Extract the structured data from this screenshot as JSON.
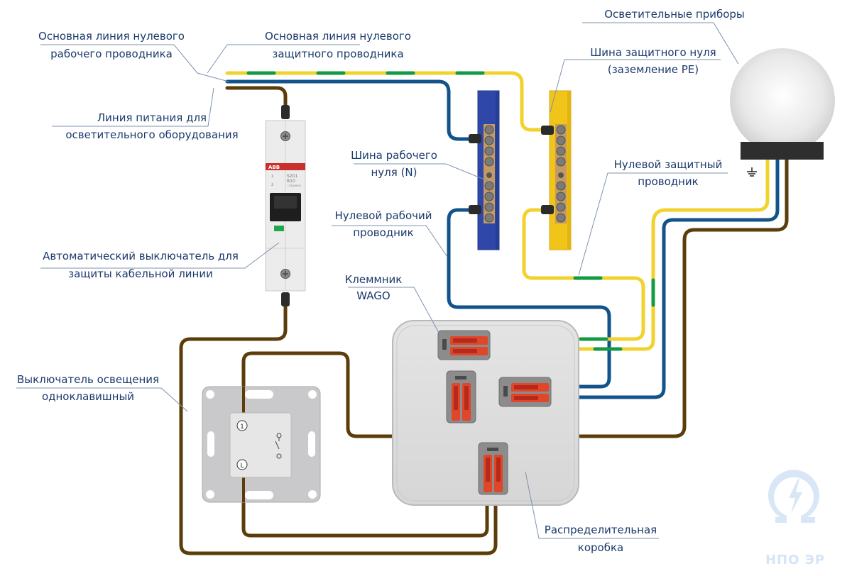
{
  "diagram": {
    "title": "Wiring diagram: lighting circuit with single-key switch, junction box and PE/N busbars",
    "labels": {
      "main_neutral": [
        "Основная линия нулевого",
        "рабочего проводника"
      ],
      "main_pe": [
        "Основная линия нулевого",
        "защитного проводника"
      ],
      "supply_line": [
        "Линия питания для",
        "осветительного оборудования"
      ],
      "neutral_bus": [
        "Шина рабочего",
        "нуля (N)"
      ],
      "pe_bus": [
        "Шина защитного нуля",
        "(заземление PE)"
      ],
      "luminaires": [
        "Осветительные приборы"
      ],
      "pe_conductor": [
        "Нулевой защитный",
        "проводник"
      ],
      "neutral_conductor": [
        "Нулевой рабочий",
        "проводник"
      ],
      "breaker": [
        "Автоматический выключатель для",
        "защиты кабельной линии"
      ],
      "wago": [
        "Клеммник",
        "WAGO"
      ],
      "switch": [
        "Выключатель освещения",
        "одноклавишный"
      ],
      "junction_box": [
        "Распределительная",
        "коробка"
      ]
    },
    "breaker": {
      "brand": "ABB",
      "model": "S201",
      "rating": "B10",
      "voltage": "~230/400V",
      "terminal_top": "1",
      "terminal_bottom": "2"
    },
    "switch": {
      "terminal_top": "1",
      "terminal_bottom": "L"
    },
    "ground_symbol": "ground-icon",
    "wire_colors": {
      "phase": "#5b3d0a",
      "neutral": "#12538b",
      "pe_yellow": "#f2d22c",
      "pe_green": "#149a44",
      "neutral_bus": "#2f47a8",
      "pe_bus": "#f0c419",
      "wago_lever": "#e0462a"
    },
    "logo": {
      "text": "НПО ЭР"
    }
  }
}
